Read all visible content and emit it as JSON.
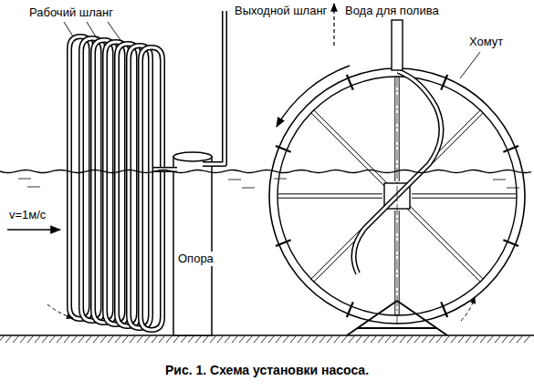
{
  "diagram": {
    "caption": "Рис. 1. Схема установки насоса.",
    "labels": [
      "Рабочий шланг",
      "Выходной шланг",
      "Вода для полива",
      "Хомут",
      "v=1м/с",
      "Опора"
    ]
  }
}
